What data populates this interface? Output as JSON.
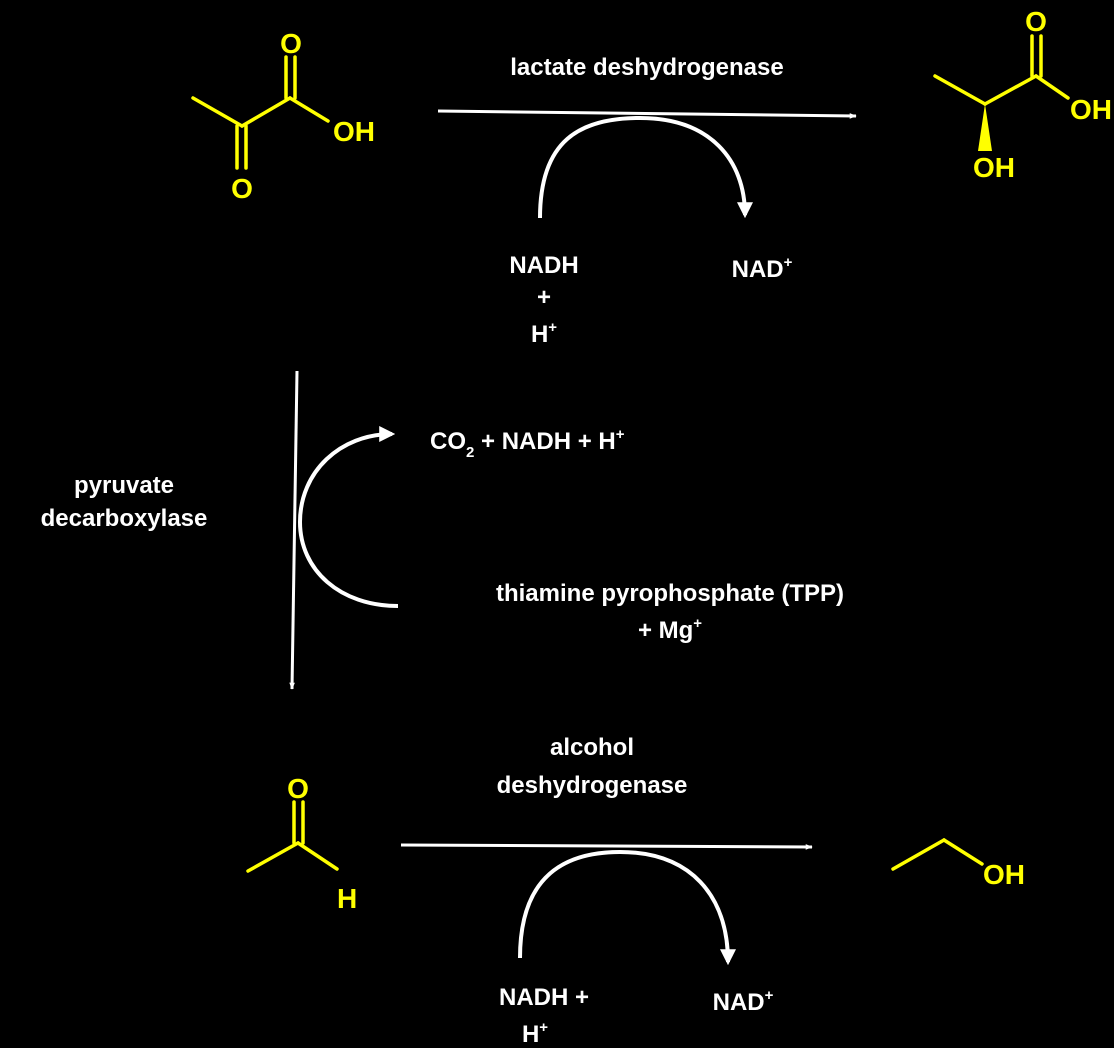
{
  "colors": {
    "background": "#000000",
    "text": "#ffffff",
    "molecule": "#ffff00"
  },
  "reaction_1": {
    "enzyme": "lactate deshydrogenase",
    "cofactor_in_line1": "NADH",
    "cofactor_in_line2": "+",
    "cofactor_in_line3_base": "H",
    "cofactor_in_line3_sup": "+",
    "cofactor_out_base": "NAD",
    "cofactor_out_sup": "+"
  },
  "reaction_2": {
    "enzyme_line1": "pyruvate",
    "enzyme_line2": "decarboxylase",
    "product_co2_base": "CO",
    "product_co2_sub": "2",
    "product_rest": " + NADH + H",
    "product_sup": "+",
    "cofactor_line1": "thiamine pyrophosphate (TPP)",
    "cofactor_line2_base": "+ Mg",
    "cofactor_line2_sup": "+"
  },
  "reaction_3": {
    "enzyme_line1": "alcohol",
    "enzyme_line2": "deshydrogenase",
    "cofactor_in_line1": "NADH +",
    "cofactor_in_line2_base": "H",
    "cofactor_in_line2_sup": "+",
    "cofactor_out_base": "NAD",
    "cofactor_out_sup": "+"
  },
  "molecules": {
    "pyruvate": {
      "o_top": "O",
      "o_bottom": "O",
      "oh": "OH"
    },
    "lactate": {
      "o_top": "O",
      "oh_right": "OH",
      "oh_bottom": "OH"
    },
    "acetaldehyde": {
      "o_top": "O",
      "h": "H"
    },
    "ethanol": {
      "oh": "OH"
    }
  }
}
